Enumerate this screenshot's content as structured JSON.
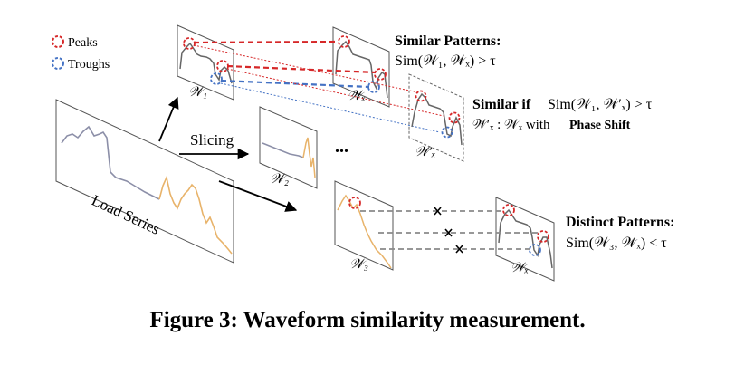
{
  "legend": {
    "peaks": "Peaks",
    "troughs": "Troughs"
  },
  "labels": {
    "load_series": "Load Series",
    "slicing": "Slicing",
    "ellipsis": "...",
    "w1": "𝒲₁",
    "w2": "𝒲₂",
    "w3": "𝒲₃",
    "wx_top": "𝒲ₓ",
    "wx_phase": "𝒲′ₓ",
    "wx_bottom": "𝒲ₓ"
  },
  "annotations": {
    "similar_title": "Similar Patterns:",
    "similar_formula": "Sim(𝒲₁, 𝒲ₓ) > τ",
    "similar_if_bold": "Similar if",
    "similar_if_formula": "Sim(𝒲₁, 𝒲′ₓ) > τ",
    "phase_prefix": "𝒲′ₓ : 𝒲ₓ with",
    "phase_bold": "Phase Shift",
    "distinct_title": "Distinct Patterns:",
    "distinct_formula": "Sim(𝒲₃, 𝒲ₓ) < τ"
  },
  "caption": "Figure 3: Waveform similarity measurement.",
  "colors": {
    "peaks": "#d62728",
    "troughs": "#4472c4",
    "load_gray": "#8c8fa8",
    "load_orange": "#e8b36a",
    "window_line": "#5a5a5a",
    "dashed_gray": "#8a8a8a"
  }
}
